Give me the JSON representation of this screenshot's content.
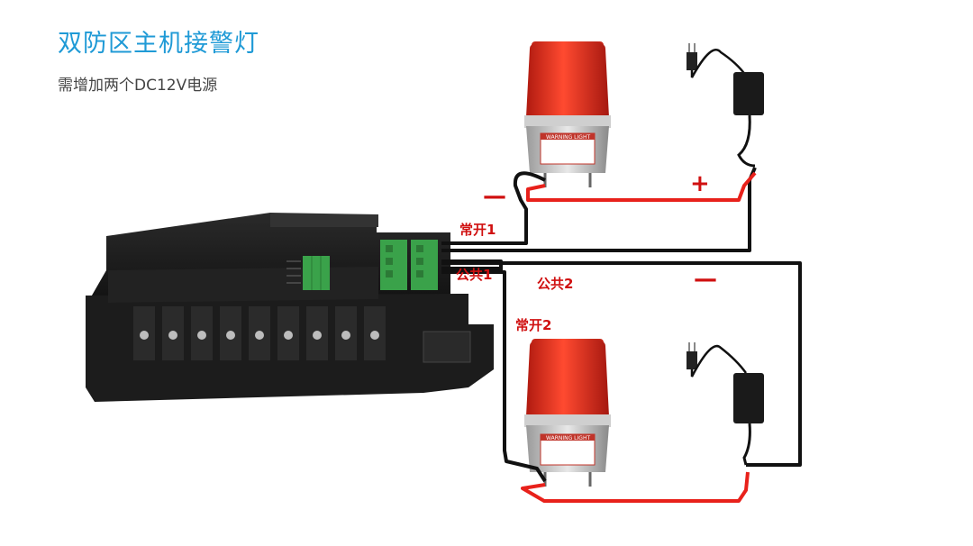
{
  "title": "双防区主机接警灯",
  "subtitle": "需增加两个DC12V电源",
  "labels": {
    "no1": "常开1",
    "com1": "公共1",
    "com2": "公共2",
    "no2": "常开2",
    "minus_top": "—",
    "plus_top": "+",
    "minus_mid": "—"
  },
  "lamp_label": "WARNING LIGHT",
  "colors": {
    "title": "#1f9ad6",
    "label": "#d01010",
    "red_wire": "#e8211b",
    "black_wire": "#111111",
    "lamp_dome": "#e0301e",
    "terminal_green": "#3aa24a"
  },
  "icons": [
    "warning-light-icon",
    "power-adapter-icon",
    "alarm-host-device-icon"
  ]
}
